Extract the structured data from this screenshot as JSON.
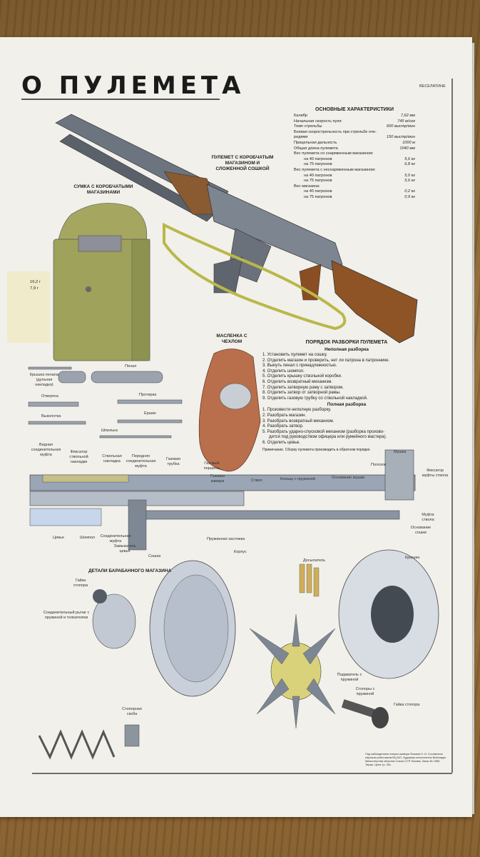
{
  "title": "О ПУЛЕМЕТА",
  "corner_label": "ВЕСЕЛАТИНЕ",
  "rifle_label": "ПУЛЕМЕТ С КОРОБЧАТЫМ МАГАЗИНОМ И СЛОЖЕННОЙ СОШКОЙ",
  "bag_label": "СУМКА С КОРОБЧАТЫМИ МАГАЗИНАМИ",
  "bag_weights": [
    "16,2 г",
    "7,9 г"
  ],
  "oiler_label": "МАСЛЕНКА С ЧЕХЛОМ",
  "specs": {
    "heading": "ОСНОВНЫЕ ХАРАКТЕРИСТИКИ",
    "rows": [
      {
        "k": "Калибр",
        "v": "7,62 мм"
      },
      {
        "k": "Начальная скорость пули",
        "v": "745 м/сек"
      },
      {
        "k": "Темп стрельбы",
        "v": "600 выстр/мин"
      },
      {
        "k": "Боевая скорострельность при стрельбе оче-",
        "v": ""
      },
      {
        "k": "редями",
        "v": "150 выстр/мин"
      },
      {
        "k": "Прицельная дальность",
        "v": "1000 м"
      },
      {
        "k": "Общая длина пулемета",
        "v": "1040 мм"
      },
      {
        "k": "Вес пулемета со снаряженным магазином:",
        "v": ""
      },
      {
        "k": "на 40 патронов",
        "v": "5,6 кг"
      },
      {
        "k": "на 75 патронов",
        "v": "6,8 кг"
      },
      {
        "k": "Вес пулемета с неснаряженным магазином:",
        "v": ""
      },
      {
        "k": "на 40 патронов",
        "v": "5,0 кг"
      },
      {
        "k": "на 75 патронов",
        "v": "5,6 кг"
      },
      {
        "k": "Вес магазина:",
        "v": ""
      },
      {
        "k": "на 40 патронов",
        "v": "0,2 кг"
      },
      {
        "k": "на 75 патронов",
        "v": "0,9 кг"
      }
    ]
  },
  "procedure": {
    "heading": "ПОРЯДОК РАЗБОРКИ ПУЛЕМЕТА",
    "partial_heading": "Неполная разборка",
    "partial": [
      "1. Установить пулемет на сошку.",
      "2. Отделить магазин и проверить, нет ли патрона в патроннике.",
      "3. Вынуть пенал с принадлежностью.",
      "4. Отделить шомпол.",
      "5. Отделить крышку ствольной коробки.",
      "6. Отделить возвратный механизм.",
      "7. Отделить затворную раму с затвором.",
      "8. Отделить затвор от затворной рамы.",
      "9. Отделить газовую трубку со ствольной накладкой."
    ],
    "full_heading": "Полная разборка",
    "full": [
      "1. Произвести неполную разборку.",
      "2. Разобрать магазин.",
      "3. Разобрать возвратный механизм.",
      "4. Разобрать затвор.",
      "5. Разобрать ударно-спусковой механизм (разборка произво-",
      "дится под руководством офицера или румейного мастера).",
      "6. Отделить цевье."
    ],
    "note": "Примечание. Сборку пулемета производить в обратном порядке."
  },
  "tools": {
    "penal": "Пенал",
    "kryshka": "Крышка пенала (дульная накладка)",
    "otvertka": "Отвертка",
    "protirka": "Протирка",
    "vykolotka": "Выколотка",
    "ershik": "Ершик",
    "shpilka": "Шпилька"
  },
  "cutaway": {
    "vedushaya": "Ведная соединительная муфта",
    "fiksator": "Фиксатор ствольной накладки",
    "stvolnaya": "Ствольная накладка",
    "perednyaya": "Передняя соединительная муфта",
    "gazovaya_trubka": "Газовая трубка",
    "gazovy_porshen": "Газовый поршень",
    "gazovaya_kamera": "Газовая камера",
    "stvol": "Ствол",
    "kolco": "Кольцо с пружиной",
    "osnovanie_mushki": "Основание мушки",
    "mushka": "Мушка",
    "polozok": "Полозок",
    "fiksator_mufty": "Фиксатор муфты ствола",
    "mufta_stvola": "Муфта ствола",
    "osnovanie_soshki": "Основание сошки",
    "cevie": "Цевье",
    "shompol": "Шомпол",
    "soed_mufta": "Соединительная муфта",
    "zamykatel": "Замыкатель цевья",
    "soshka": "Сошка",
    "pruzh_zastezhka": "Пружинная застежка"
  },
  "drum": {
    "heading": "ДЕТАЛИ БАРАБАННОГО МАГАЗИНА",
    "gaika": "Гайка стопора",
    "rychag": "Соединительный рычаг с пружиной и толкателем",
    "korpus": "Корпус",
    "dosylatel": "Досылатель",
    "kryshka": "Крышка",
    "podavatel": "Подаватель с пружиной",
    "stopor": "Стопоры с пружиной",
    "gaika2": "Гайка стопора",
    "stopornaya": "Стопорная скоба"
  },
  "imprint": "Под наблюдением генерал-майора Фомина Н. И. Составлено научным работником ВЦ МО. Художник-исполнитель Воениздат Министерства обороны Союза ССР. Москва. Заказ № 1965. Тираж. Цена 1р. 30к."
}
